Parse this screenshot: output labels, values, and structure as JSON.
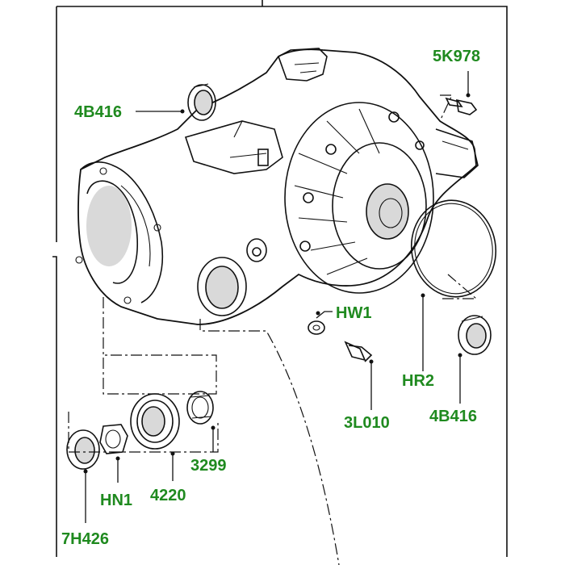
{
  "callouts": {
    "c5K978": "5K978",
    "c4B416_top": "4B416",
    "cHW1": "HW1",
    "cHR2": "HR2",
    "c3L010": "3L010",
    "c4B416_right": "4B416",
    "c3299": "3299",
    "cHN1": "HN1",
    "c4220": "4220",
    "c7H426": "7H426"
  },
  "colors": {
    "callout_text": "#1f8a1f",
    "line_art": "#111111",
    "background": "#ffffff"
  }
}
